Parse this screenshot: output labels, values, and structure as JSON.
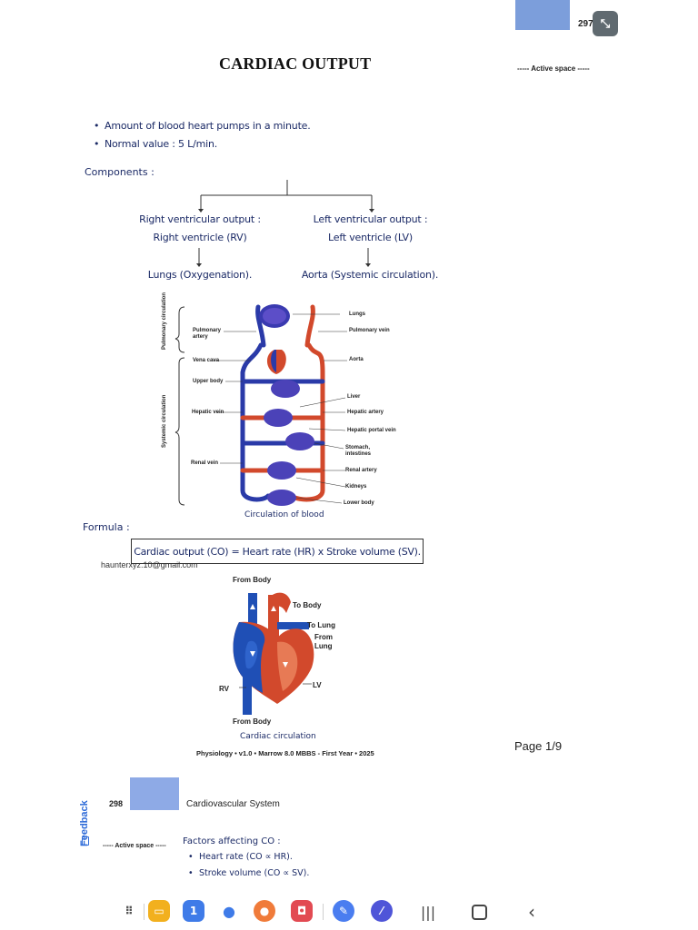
{
  "top_marker": {
    "page_number": "297",
    "shrink_icon": "collapse-icon"
  },
  "document": {
    "title": "CARDIAC OUTPUT",
    "active_space": "----- Active space -----",
    "bullets": [
      "Amount of blood heart pumps in a minute.",
      "Normal value : 5 L/min."
    ],
    "components_label": "Components :",
    "components": {
      "right": {
        "title": "Right ventricular output :",
        "source": "Right ventricle (RV)",
        "destination": "Lungs (Oxygenation)."
      },
      "left": {
        "title": "Left ventricular output :",
        "source": "Left ventricle (LV)",
        "destination": "Aorta (Systemic circulation)."
      }
    },
    "circulation_diagram": {
      "labels_left": [
        "Pulmonary artery",
        "Vena cava",
        "Upper body",
        "Hepatic vein",
        "Renal vein"
      ],
      "labels_right": [
        "Lungs",
        "Pulmonary vein",
        "Aorta",
        "Liver",
        "Hepatic artery",
        "Hepatic portal vein",
        "Stomach, intestines",
        "Renal artery",
        "Kidneys",
        "Lower body"
      ],
      "side_labels": [
        "Pulmonary circulation",
        "Systemic circulation"
      ],
      "caption": "Circulation of blood",
      "colors": {
        "oxygenated": "#d2492c",
        "deoxygenated": "#2a3aa8"
      }
    },
    "formula_label": "Formula :",
    "formula": "Cardiac output (CO) = Heart rate (HR) x Stroke volume (SV).",
    "email": "haunterxyz.10@gmail.com",
    "heart_diagram": {
      "labels": [
        "From Body",
        "To Body",
        "To Lung",
        "From Lung",
        "RV",
        "LV",
        "From Body"
      ],
      "caption": "Cardiac circulation",
      "colors": {
        "blue": "#1f4fb5",
        "red": "#d2492c"
      }
    },
    "footer": "Physiology • v1.0 • Marrow 8.0 MBBS - First Year • 2025",
    "page_indicator": "Page 1/9"
  },
  "feedback": {
    "label": "Feedback",
    "color": "#2e6bd8"
  },
  "page2": {
    "page_number": "298",
    "header": "Cardiovascular System",
    "active_space": "----- Active space -----",
    "factors_label": "Factors affecting CO :",
    "factors": [
      "Heart rate (CO ∝ HR).",
      "Stroke volume (CO ∝ SV)."
    ]
  },
  "taskbar": {
    "apps": [
      {
        "name": "app-drawer-icon",
        "color": "#555555"
      },
      {
        "name": "my-files-icon",
        "color": "#f2b01e"
      },
      {
        "name": "calendar-icon",
        "color": "#3f7be8"
      },
      {
        "name": "messages-icon",
        "color": "#3f7be8"
      },
      {
        "name": "contacts-icon",
        "color": "#f07b3a"
      },
      {
        "name": "screen-recorder-icon",
        "color": "#e24a52"
      },
      {
        "name": "notes-icon",
        "color": "#4a7df0"
      },
      {
        "name": "pen-up-icon",
        "color": "#4f55d8"
      }
    ],
    "calendar_day": "1",
    "nav": [
      "recent-apps-icon",
      "home-icon",
      "back-icon"
    ]
  }
}
